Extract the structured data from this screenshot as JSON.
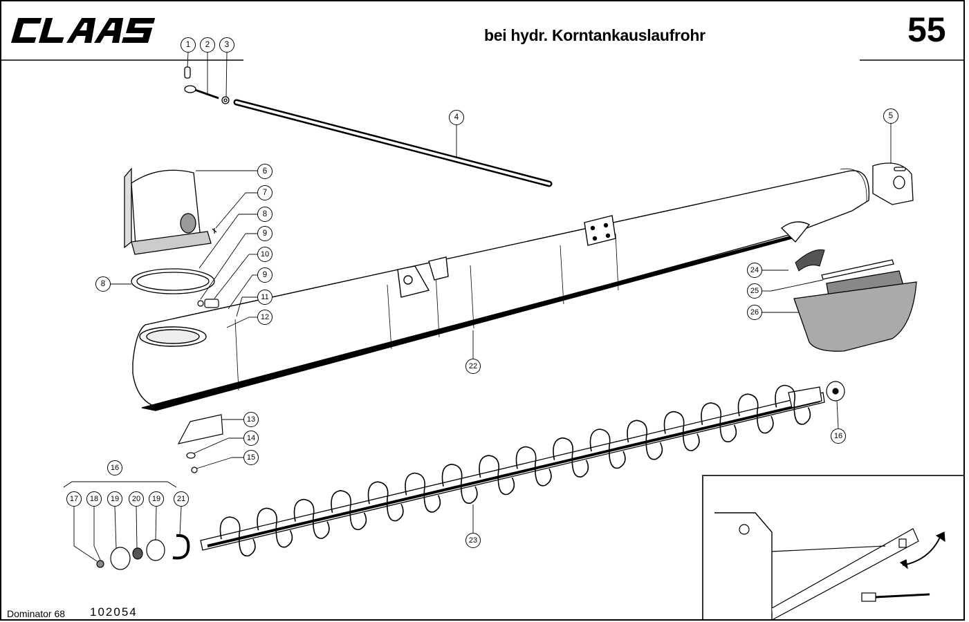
{
  "header": {
    "brand": "CLAAS",
    "title": "bei hydr. Korntankauslaufrohr",
    "page_number": "55"
  },
  "footer": {
    "model": "Dominator 68",
    "code": "102054"
  },
  "callouts": [
    {
      "name": "callout-1",
      "label": "1"
    },
    {
      "name": "callout-2",
      "label": "2"
    },
    {
      "name": "callout-3",
      "label": "3"
    },
    {
      "name": "callout-4",
      "label": "4"
    },
    {
      "name": "callout-5",
      "label": "5"
    },
    {
      "name": "callout-6",
      "label": "6"
    },
    {
      "name": "callout-7",
      "label": "7"
    },
    {
      "name": "callout-8-right",
      "label": "8"
    },
    {
      "name": "callout-8-left",
      "label": "8"
    },
    {
      "name": "callout-9-upper",
      "label": "9"
    },
    {
      "name": "callout-10",
      "label": "10"
    },
    {
      "name": "callout-9-lower",
      "label": "9"
    },
    {
      "name": "callout-11",
      "label": "11"
    },
    {
      "name": "callout-12",
      "label": "12"
    },
    {
      "name": "callout-22",
      "label": "22"
    },
    {
      "name": "callout-24",
      "label": "24"
    },
    {
      "name": "callout-25",
      "label": "25"
    },
    {
      "name": "callout-26",
      "label": "26"
    },
    {
      "name": "callout-13",
      "label": "13"
    },
    {
      "name": "callout-14",
      "label": "14"
    },
    {
      "name": "callout-15",
      "label": "15"
    },
    {
      "name": "callout-16-group",
      "label": "16"
    },
    {
      "name": "callout-16-right",
      "label": "16"
    },
    {
      "name": "callout-17",
      "label": "17"
    },
    {
      "name": "callout-18",
      "label": "18"
    },
    {
      "name": "callout-19-left",
      "label": "19"
    },
    {
      "name": "callout-20",
      "label": "20"
    },
    {
      "name": "callout-19-right",
      "label": "19"
    },
    {
      "name": "callout-21",
      "label": "21"
    },
    {
      "name": "callout-23",
      "label": "23"
    }
  ]
}
